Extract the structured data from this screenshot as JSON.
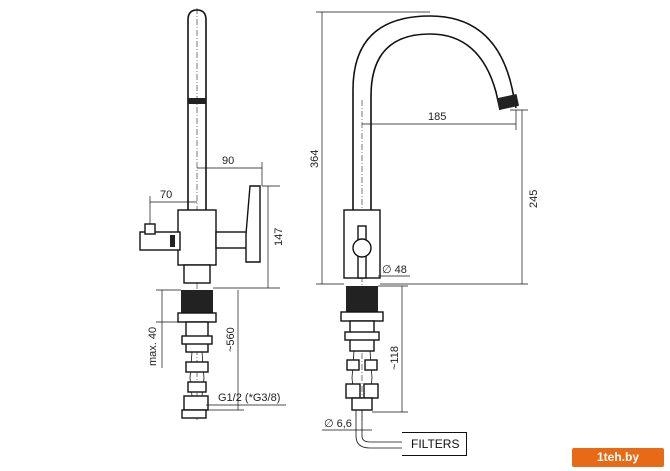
{
  "dimensions": {
    "d70": "70",
    "d90": "90",
    "d147": "147",
    "d560": "~560",
    "dmax40": "max. 40",
    "dthread": "G1/2 (*G3/8)",
    "d364": "364",
    "d185": "185",
    "d245": "245",
    "d48": "∅ 48",
    "d118": "~118",
    "d66": "∅ 6,6"
  },
  "labels": {
    "filters": "FILTERS"
  },
  "watermark": {
    "text": "1teh.by"
  }
}
